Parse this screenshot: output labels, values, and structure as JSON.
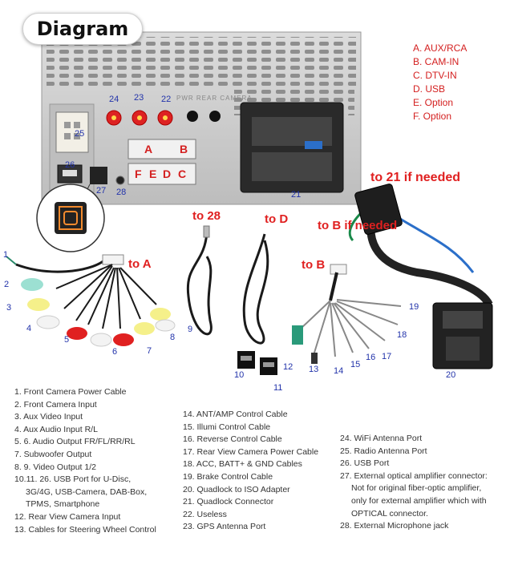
{
  "title": "Diagram",
  "legend": [
    "A. AUX/RCA",
    "B. CAM-IN",
    "C. DTV-IN",
    "D. USB",
    "E. Option",
    "F. Option"
  ],
  "panel_text": "PWR REAR CAMERA",
  "connector_letters": {
    "a": "A",
    "b": "B",
    "f": "F",
    "e": "E",
    "d": "D",
    "c": "C"
  },
  "callouts": {
    "to_21": "to 21 if needed",
    "to_28": "to 28",
    "to_d": "to D",
    "to_b_top": "to B if needed",
    "to_a": "to A",
    "to_b": "to B"
  },
  "numbers": {
    "n1": "1",
    "n2": "2",
    "n3": "3",
    "n4": "4",
    "n5": "5",
    "n6": "6",
    "n7": "7",
    "n8": "8",
    "n9": "9",
    "n10": "10",
    "n11": "11",
    "n12": "12",
    "n13": "13",
    "n14": "14",
    "n15": "15",
    "n16": "16",
    "n17": "17",
    "n18": "18",
    "n19": "19",
    "n20": "20",
    "n21": "21",
    "n22": "22",
    "n23": "23",
    "n24": "24",
    "n25": "25",
    "n26": "26",
    "n27": "27",
    "n28": "28"
  },
  "list_col1": [
    "1. Front Camera Power Cable",
    "2. Front Camera Input",
    "3. Aux Video Input",
    "4. Aux Audio Input R/L",
    "5. 6. Audio Output FR/FL/RR/RL",
    "7. Subwoofer Output",
    "8. 9. Video Output 1/2",
    "10.11. 26. USB Port for U-Disc,",
    "3G/4G, USB-Camera, DAB-Box,",
    "TPMS, Smartphone",
    "12. Rear View Camera Input",
    "13. Cables for Steering Wheel Control"
  ],
  "list_col2": [
    "14. ANT/AMP Control Cable",
    "15. Illumi Control Cable",
    "16. Reverse Control Cable",
    "17. Rear View Camera Power Cable",
    "18. ACC, BATT+ & GND Cables",
    "19. Brake Control Cable",
    "20. Quadlock to ISO Adapter",
    "21. Quadlock Connector",
    "22. Useless",
    "23. GPS Antenna Port"
  ],
  "list_col3": [
    "24. WiFi Antenna Port",
    "25. Radio Antenna Port",
    "26. USB Port",
    "27. External optical amplifier connector:",
    "Not for original fiber-optic amplifier,",
    "only for external amplifier which with",
    "OPTICAL connector.",
    "28. External Microphone jack"
  ],
  "colors": {
    "accent_red": "#e02020",
    "label_blue": "#2233aa",
    "panel_gray": "#c9c9c9"
  }
}
